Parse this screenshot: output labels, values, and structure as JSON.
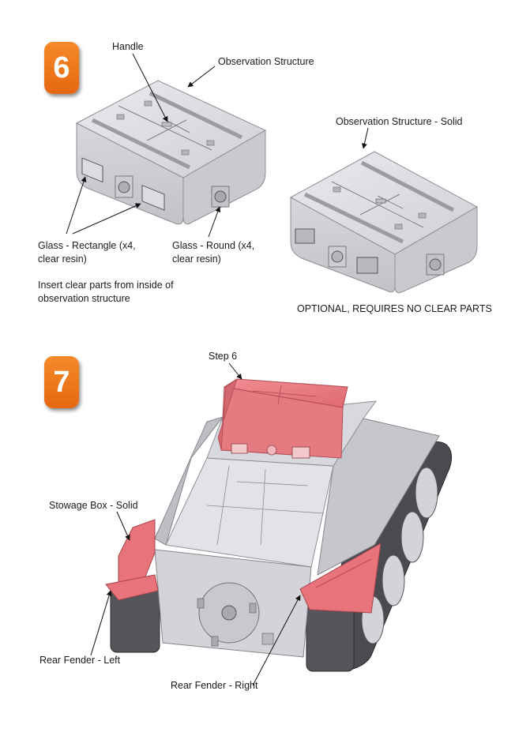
{
  "step6": {
    "number": "6",
    "labels": {
      "handle": "Handle",
      "observation_structure": "Observation Structure",
      "observation_structure_solid": "Observation Structure - Solid",
      "glass_rectangle_line1": "Glass - Rectangle (x4,",
      "glass_rectangle_line2": "clear resin)",
      "glass_round_line1": "Glass - Round (x4,",
      "glass_round_line2": "clear resin)",
      "insert_note_line1": "Insert clear parts from inside of",
      "insert_note_line2": "observation structure",
      "optional_note": "OPTIONAL, REQUIRES NO CLEAR PARTS"
    }
  },
  "step7": {
    "number": "7",
    "labels": {
      "step6_ref": "Step 6",
      "stowage_box_solid": "Stowage Box - Solid",
      "rear_fender_left": "Rear Fender - Left",
      "rear_fender_right": "Rear Fender - Right"
    }
  },
  "colors": {
    "badge": "#ee7417",
    "highlight_part": "#e8737b",
    "model_grey": "#d9dadf"
  }
}
